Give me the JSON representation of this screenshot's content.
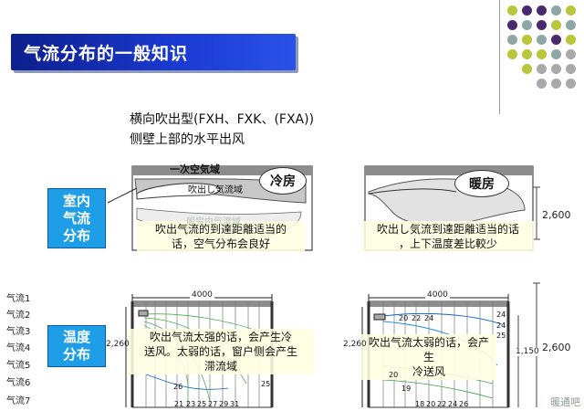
{
  "title": "气流分布的一般知识",
  "subtitle_1": "横向吹出型(FXH、FXK、(FXA))",
  "subtitle_2": "侧壁上部的水平出风",
  "zones": {
    "primary_air": "一次空気域",
    "jet_zone": "吹出し気流域"
  },
  "modes": {
    "cooling": "冷房",
    "heating": "暖房"
  },
  "labels": {
    "indoor_airflow": [
      "室内",
      "气流",
      "分布"
    ],
    "temp_distribution": [
      "温度",
      "分布"
    ]
  },
  "captions": {
    "cool_top": [
      "吹出气流的到達距離适当的",
      "话，空气分布会良好"
    ],
    "heat_top": [
      "吹出し気流到達距離适当的话",
      "，上下温度差比較少"
    ],
    "cool_bottom": [
      "吹出气流太强的话，会产生冷",
      "送风。太弱的话，窗户侧会产生",
      "滞流域"
    ],
    "heat_bottom": [
      "吹出气流太弱的话，会产生",
      "冷送风"
    ]
  },
  "dimensions": {
    "width": "4000",
    "height_left": "2,260",
    "height_right": "2,260",
    "height_total_top": "2,600",
    "height_total_bottom": "2,600",
    "height_mid": "1,150"
  },
  "legend": [
    "气流1",
    "气流2",
    "气流3",
    "气流4",
    "气流5",
    "气流6",
    "气流7"
  ],
  "temperature_numbers": {
    "cool": [
      "21",
      "23",
      "25",
      "27",
      "29",
      "31",
      "26",
      "25"
    ],
    "heat": [
      "20",
      "22",
      "24",
      "24",
      "24",
      "25",
      "20",
      "19",
      "18",
      "20",
      "22",
      "24",
      "26"
    ]
  },
  "watermarks": {
    "center_top": "般完中气流域",
    "corner": "暖通吧"
  },
  "colors": {
    "banner": "#1b3bd4",
    "side_box": "#1f9ee8",
    "dot_purple": "#4a2a6e",
    "dot_teal": "#8ea6a6",
    "dot_lime": "#b8c83a",
    "dot_gray": "#a9a9a9"
  }
}
